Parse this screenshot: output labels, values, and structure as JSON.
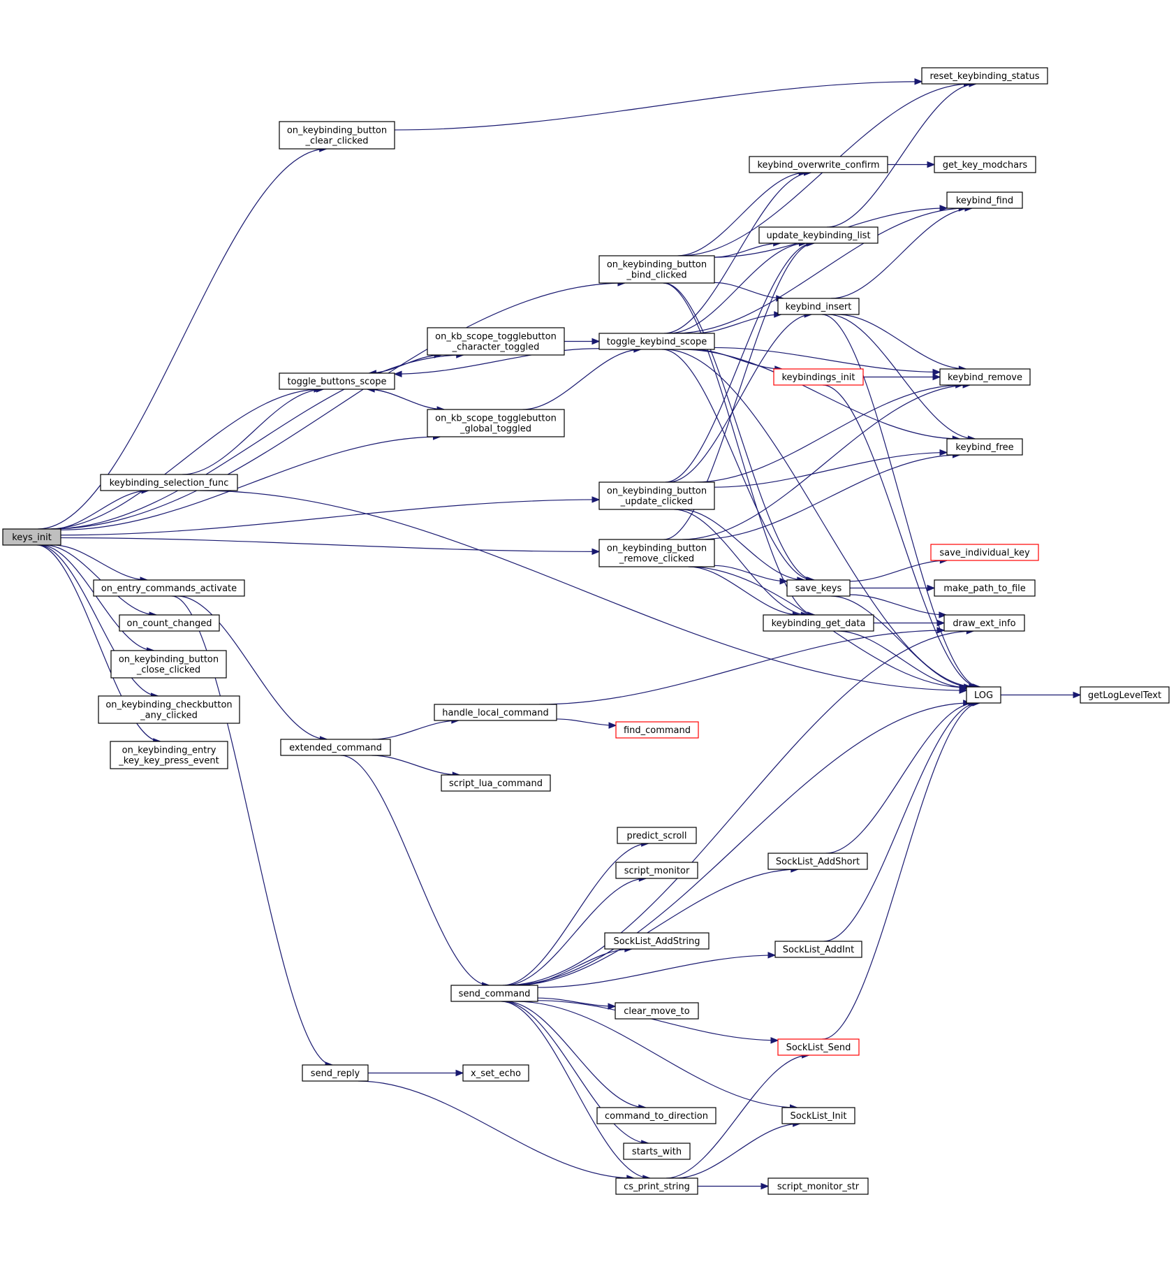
{
  "nodes": [
    {
      "id": "keys_init",
      "lines": [
        "keys_init"
      ],
      "root": true
    },
    {
      "id": "on_keybinding_button_clear_clicked",
      "lines": [
        "on_keybinding_button",
        "_clear_clicked"
      ]
    },
    {
      "id": "reset_keybinding_status",
      "lines": [
        "reset_keybinding_status"
      ]
    },
    {
      "id": "on_keybinding_button_bind_clicked",
      "lines": [
        "on_keybinding_button",
        "_bind_clicked"
      ]
    },
    {
      "id": "keybind_overwrite_confirm",
      "lines": [
        "keybind_overwrite_confirm"
      ]
    },
    {
      "id": "get_key_modchars",
      "lines": [
        "get_key_modchars"
      ]
    },
    {
      "id": "keybind_find",
      "lines": [
        "keybind_find"
      ]
    },
    {
      "id": "update_keybinding_list",
      "lines": [
        "update_keybinding_list"
      ]
    },
    {
      "id": "keybind_insert",
      "lines": [
        "keybind_insert"
      ]
    },
    {
      "id": "on_kb_scope_togglebutton_character_toggled",
      "lines": [
        "on_kb_scope_togglebutton",
        "_character_toggled"
      ]
    },
    {
      "id": "toggle_keybind_scope",
      "lines": [
        "toggle_keybind_scope"
      ]
    },
    {
      "id": "toggle_buttons_scope",
      "lines": [
        "toggle_buttons_scope"
      ]
    },
    {
      "id": "keybindings_init",
      "lines": [
        "keybindings_init"
      ],
      "red": true
    },
    {
      "id": "keybind_remove",
      "lines": [
        "keybind_remove"
      ]
    },
    {
      "id": "on_kb_scope_togglebutton_global_toggled",
      "lines": [
        "on_kb_scope_togglebutton",
        "_global_toggled"
      ]
    },
    {
      "id": "keybind_free",
      "lines": [
        "keybind_free"
      ]
    },
    {
      "id": "keybinding_selection_func",
      "lines": [
        "keybinding_selection_func"
      ]
    },
    {
      "id": "on_keybinding_button_update_clicked",
      "lines": [
        "on_keybinding_button",
        "_update_clicked"
      ]
    },
    {
      "id": "on_keybinding_button_remove_clicked",
      "lines": [
        "on_keybinding_button",
        "_remove_clicked"
      ]
    },
    {
      "id": "save_individual_key",
      "lines": [
        "save_individual_key"
      ],
      "red": true
    },
    {
      "id": "save_keys",
      "lines": [
        "save_keys"
      ]
    },
    {
      "id": "make_path_to_file",
      "lines": [
        "make_path_to_file"
      ]
    },
    {
      "id": "on_entry_commands_activate",
      "lines": [
        "on_entry_commands_activate"
      ]
    },
    {
      "id": "on_count_changed",
      "lines": [
        "on_count_changed"
      ]
    },
    {
      "id": "keybinding_get_data",
      "lines": [
        "keybinding_get_data"
      ]
    },
    {
      "id": "draw_ext_info",
      "lines": [
        "draw_ext_info"
      ]
    },
    {
      "id": "on_keybinding_button_close_clicked",
      "lines": [
        "on_keybinding_button",
        "_close_clicked"
      ]
    },
    {
      "id": "LOG",
      "lines": [
        "LOG"
      ]
    },
    {
      "id": "getLogLevelText",
      "lines": [
        "getLogLevelText"
      ]
    },
    {
      "id": "on_keybinding_checkbutton_any_clicked",
      "lines": [
        "on_keybinding_checkbutton",
        "_any_clicked"
      ]
    },
    {
      "id": "handle_local_command",
      "lines": [
        "handle_local_command"
      ]
    },
    {
      "id": "find_command",
      "lines": [
        "find_command"
      ],
      "red": true
    },
    {
      "id": "on_keybinding_entry_key_key_press_event",
      "lines": [
        "on_keybinding_entry",
        "_key_key_press_event"
      ]
    },
    {
      "id": "extended_command",
      "lines": [
        "extended_command"
      ]
    },
    {
      "id": "script_lua_command",
      "lines": [
        "script_lua_command"
      ]
    },
    {
      "id": "predict_scroll",
      "lines": [
        "predict_scroll"
      ]
    },
    {
      "id": "SockList_AddShort",
      "lines": [
        "SockList_AddShort"
      ]
    },
    {
      "id": "script_monitor",
      "lines": [
        "script_monitor"
      ]
    },
    {
      "id": "SockList_AddString",
      "lines": [
        "SockList_AddString"
      ]
    },
    {
      "id": "SockList_AddInt",
      "lines": [
        "SockList_AddInt"
      ]
    },
    {
      "id": "send_command",
      "lines": [
        "send_command"
      ]
    },
    {
      "id": "clear_move_to",
      "lines": [
        "clear_move_to"
      ]
    },
    {
      "id": "SockList_Send",
      "lines": [
        "SockList_Send"
      ],
      "red": true
    },
    {
      "id": "send_reply",
      "lines": [
        "send_reply"
      ]
    },
    {
      "id": "x_set_echo",
      "lines": [
        "x_set_echo"
      ]
    },
    {
      "id": "command_to_direction",
      "lines": [
        "command_to_direction"
      ]
    },
    {
      "id": "SockList_Init",
      "lines": [
        "SockList_Init"
      ]
    },
    {
      "id": "starts_with",
      "lines": [
        "starts_with"
      ]
    },
    {
      "id": "cs_print_string",
      "lines": [
        "cs_print_string"
      ]
    },
    {
      "id": "script_monitor_str",
      "lines": [
        "script_monitor_str"
      ]
    }
  ],
  "edges": [
    [
      "keys_init",
      "on_keybinding_button_clear_clicked"
    ],
    [
      "keys_init",
      "on_keybinding_button_bind_clicked"
    ],
    [
      "keys_init",
      "on_kb_scope_togglebutton_character_toggled"
    ],
    [
      "keys_init",
      "on_kb_scope_togglebutton_global_toggled"
    ],
    [
      "keys_init",
      "keybinding_selection_func"
    ],
    [
      "keys_init",
      "on_keybinding_button_update_clicked"
    ],
    [
      "keys_init",
      "on_keybinding_button_remove_clicked"
    ],
    [
      "keys_init",
      "on_entry_commands_activate"
    ],
    [
      "keys_init",
      "on_count_changed"
    ],
    [
      "keys_init",
      "on_keybinding_button_close_clicked"
    ],
    [
      "keys_init",
      "on_keybinding_checkbutton_any_clicked"
    ],
    [
      "keys_init",
      "on_keybinding_entry_key_key_press_event"
    ],
    [
      "keys_init",
      "toggle_buttons_scope"
    ],
    [
      "on_keybinding_button_clear_clicked",
      "reset_keybinding_status"
    ],
    [
      "on_keybinding_button_bind_clicked",
      "reset_keybinding_status"
    ],
    [
      "on_keybinding_button_bind_clicked",
      "keybind_overwrite_confirm"
    ],
    [
      "on_keybinding_button_bind_clicked",
      "keybind_find"
    ],
    [
      "on_keybinding_button_bind_clicked",
      "update_keybinding_list"
    ],
    [
      "on_keybinding_button_bind_clicked",
      "keybind_insert"
    ],
    [
      "on_keybinding_button_bind_clicked",
      "save_keys"
    ],
    [
      "on_keybinding_button_bind_clicked",
      "keybinding_get_data"
    ],
    [
      "keybind_overwrite_confirm",
      "get_key_modchars"
    ],
    [
      "update_keybinding_list",
      "reset_keybinding_status"
    ],
    [
      "keybind_insert",
      "keybind_find"
    ],
    [
      "keybind_insert",
      "keybind_remove"
    ],
    [
      "keybind_insert",
      "keybind_free"
    ],
    [
      "keybind_insert",
      "LOG"
    ],
    [
      "on_kb_scope_togglebutton_character_toggled",
      "toggle_keybind_scope"
    ],
    [
      "on_kb_scope_togglebutton_character_toggled",
      "toggle_buttons_scope"
    ],
    [
      "toggle_buttons_scope",
      "on_kb_scope_togglebutton_character_toggled"
    ],
    [
      "toggle_buttons_scope",
      "on_kb_scope_togglebutton_global_toggled"
    ],
    [
      "on_kb_scope_togglebutton_global_toggled",
      "toggle_buttons_scope"
    ],
    [
      "on_kb_scope_togglebutton_global_toggled",
      "toggle_keybind_scope"
    ],
    [
      "toggle_keybind_scope",
      "toggle_buttons_scope"
    ],
    [
      "toggle_keybind_scope",
      "keybind_overwrite_confirm"
    ],
    [
      "toggle_keybind_scope",
      "keybind_find"
    ],
    [
      "toggle_keybind_scope",
      "update_keybinding_list"
    ],
    [
      "toggle_keybind_scope",
      "keybind_insert"
    ],
    [
      "toggle_keybind_scope",
      "keybindings_init"
    ],
    [
      "toggle_keybind_scope",
      "keybind_remove"
    ],
    [
      "toggle_keybind_scope",
      "keybind_free"
    ],
    [
      "toggle_keybind_scope",
      "save_keys"
    ],
    [
      "toggle_keybind_scope",
      "LOG"
    ],
    [
      "keybindings_init",
      "keybind_remove"
    ],
    [
      "keybindings_init",
      "LOG"
    ],
    [
      "keybinding_selection_func",
      "toggle_buttons_scope"
    ],
    [
      "keybinding_selection_func",
      "LOG"
    ],
    [
      "on_keybinding_button_update_clicked",
      "update_keybinding_list"
    ],
    [
      "on_keybinding_button_update_clicked",
      "keybind_insert"
    ],
    [
      "on_keybinding_button_update_clicked",
      "keybind_remove"
    ],
    [
      "on_keybinding_button_update_clicked",
      "keybind_free"
    ],
    [
      "on_keybinding_button_update_clicked",
      "save_keys"
    ],
    [
      "on_keybinding_button_update_clicked",
      "keybinding_get_data"
    ],
    [
      "on_keybinding_button_remove_clicked",
      "update_keybinding_list"
    ],
    [
      "on_keybinding_button_remove_clicked",
      "keybind_remove"
    ],
    [
      "on_keybinding_button_remove_clicked",
      "keybind_free"
    ],
    [
      "on_keybinding_button_remove_clicked",
      "save_keys"
    ],
    [
      "on_keybinding_button_remove_clicked",
      "keybinding_get_data"
    ],
    [
      "on_keybinding_button_remove_clicked",
      "LOG"
    ],
    [
      "save_keys",
      "save_individual_key"
    ],
    [
      "save_keys",
      "make_path_to_file"
    ],
    [
      "save_keys",
      "draw_ext_info"
    ],
    [
      "save_keys",
      "LOG"
    ],
    [
      "keybinding_get_data",
      "draw_ext_info"
    ],
    [
      "keybinding_get_data",
      "LOG"
    ],
    [
      "LOG",
      "getLogLevelText"
    ],
    [
      "on_entry_commands_activate",
      "extended_command"
    ],
    [
      "on_entry_commands_activate",
      "send_reply"
    ],
    [
      "extended_command",
      "handle_local_command"
    ],
    [
      "extended_command",
      "script_lua_command"
    ],
    [
      "extended_command",
      "send_command"
    ],
    [
      "handle_local_command",
      "draw_ext_info"
    ],
    [
      "handle_local_command",
      "find_command"
    ],
    [
      "send_command",
      "draw_ext_info"
    ],
    [
      "send_command",
      "predict_scroll"
    ],
    [
      "send_command",
      "script_monitor"
    ],
    [
      "send_command",
      "SockList_AddShort"
    ],
    [
      "send_command",
      "SockList_AddString"
    ],
    [
      "send_command",
      "SockList_AddInt"
    ],
    [
      "send_command",
      "clear_move_to"
    ],
    [
      "send_command",
      "SockList_Send"
    ],
    [
      "send_command",
      "SockList_Init"
    ],
    [
      "send_command",
      "command_to_direction"
    ],
    [
      "send_command",
      "starts_with"
    ],
    [
      "send_command",
      "cs_print_string"
    ],
    [
      "send_command",
      "LOG"
    ],
    [
      "SockList_AddShort",
      "LOG"
    ],
    [
      "SockList_AddInt",
      "LOG"
    ],
    [
      "SockList_Send",
      "LOG"
    ],
    [
      "send_reply",
      "x_set_echo"
    ],
    [
      "send_reply",
      "cs_print_string"
    ],
    [
      "cs_print_string",
      "SockList_Send"
    ],
    [
      "cs_print_string",
      "SockList_Init"
    ],
    [
      "cs_print_string",
      "script_monitor_str"
    ]
  ],
  "colors": {
    "edge": "#191970",
    "node_border": "#000000",
    "red_border": "#ff0000",
    "root_fill": "#bfbfbf"
  }
}
